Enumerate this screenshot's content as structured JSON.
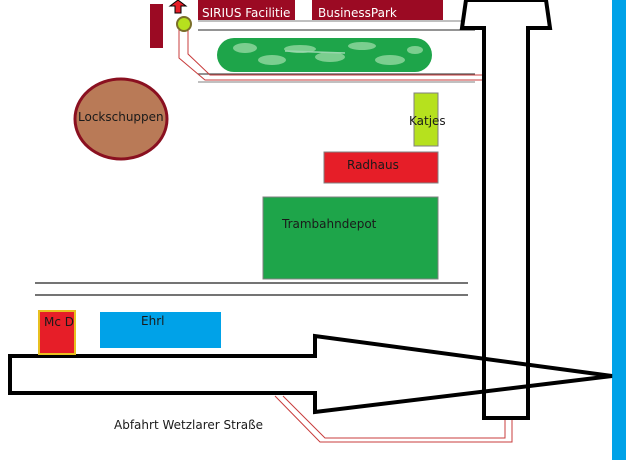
{
  "labels": {
    "sirius": "SIRIUS Facilitie",
    "business_park": "BusinessPark",
    "lockschuppen": "Lockschuppen",
    "katjes": "Katjes",
    "radhaus": "Radhaus",
    "trambahndepot": "Trambahndepot",
    "mcd": "Mc D",
    "ehrl": "Ehrl",
    "exit": "Abfahrt Wetzlarer Straße"
  },
  "colors": {
    "dark_red": "#9b0a23",
    "red": "#e61e28",
    "green": "#1ea54a",
    "light_green": "#b6e11e",
    "brown": "#b97a57",
    "blue": "#00a2e8",
    "black": "#000000",
    "route_red": "#c83c3c"
  },
  "icons": {
    "location_marker": "pin-icon",
    "up_arrow": "up-arrow-icon"
  }
}
